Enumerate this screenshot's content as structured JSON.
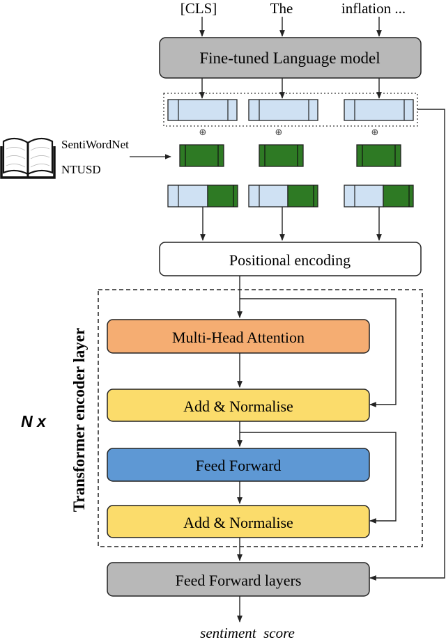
{
  "inputs": {
    "tokens": [
      "[CLS]",
      "The",
      "inflation ..."
    ]
  },
  "lm_box": {
    "label": "Fine-tuned Language model",
    "color": "#b8b8b8"
  },
  "plus_symbol": "⊕",
  "lexicons": {
    "items": [
      "SentiWordNet",
      "NTUSD"
    ],
    "icon": "open-book-icon"
  },
  "positional": {
    "label": "Positional encoding"
  },
  "encoder": {
    "side_label": "Transformer encoder layer",
    "repeat_label": "N x",
    "mha": {
      "label": "Multi-Head Attention",
      "color": "#f5ad72"
    },
    "add_norm_1": {
      "label": "Add & Normalise",
      "color": "#fbdc6b"
    },
    "ffn": {
      "label": "Feed Forward",
      "color": "#5e98d4"
    },
    "add_norm_2": {
      "label": "Add & Normalise",
      "color": "#fbdc6b"
    }
  },
  "ff_layers": {
    "label": "Feed Forward layers",
    "color": "#b8b8b8"
  },
  "output": {
    "label": "sentiment  score"
  },
  "colors": {
    "embedding": "#cfe1f3",
    "sentiment_vector": "#2e7a24"
  }
}
